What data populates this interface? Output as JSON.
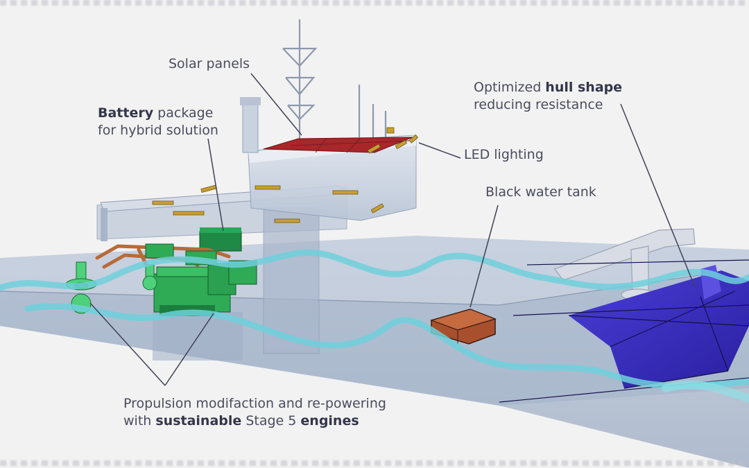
{
  "labels": {
    "solar": "Solar panels",
    "battery_bold": "Battery",
    "battery_rest": " package",
    "battery_line2": "for hybrid solution",
    "hull_prefix": "Optimized ",
    "hull_bold": "hull shape",
    "hull_line2": "reducing resistance",
    "led": "LED lighting",
    "blackwater": "Black water tank",
    "prop_line1": "Propulsion modifaction and re-powering",
    "prop_with": "with ",
    "prop_sustainable": "sustainable",
    "prop_stage": " Stage 5 ",
    "prop_engines": "engines"
  },
  "colors": {
    "background": "#f2f2f2",
    "label_text": "#4a4b5e",
    "leader_line": "#3f4156",
    "hull_glass": "#8fa6c4",
    "water_wave": "#7fd9e0",
    "solar_panel": "#b0282a",
    "engine_green": "#2faa55",
    "piping_copper": "#b86a3a",
    "led_fixture": "#c9a030",
    "black_water_tank": "#a8502e",
    "bow_hull": "#3b2fc4"
  },
  "icons": {
    "vessel": "ship-diagram-icon",
    "mast": "mast-icon",
    "crane": "crane-icon"
  }
}
